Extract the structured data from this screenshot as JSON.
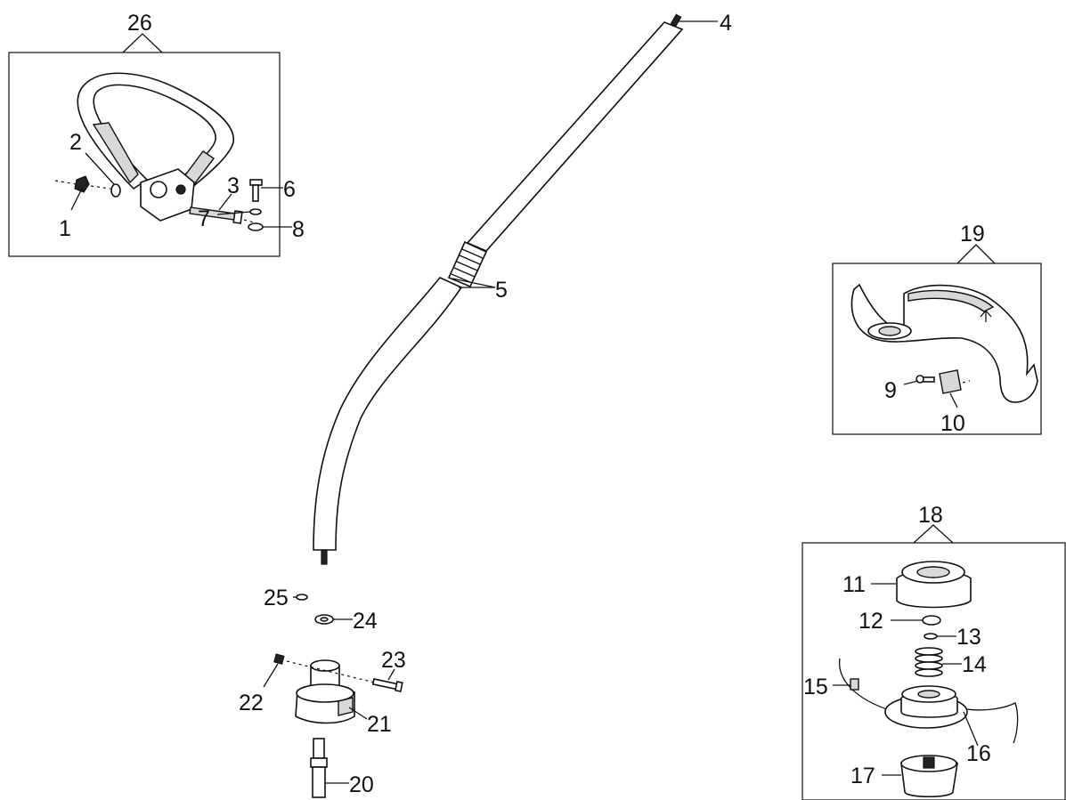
{
  "labels": {
    "l1": "1",
    "l2": "2",
    "l3": "3",
    "l4": "4",
    "l5": "5",
    "l6": "6",
    "l7": "7",
    "l8": "8",
    "l9": "9",
    "l10": "10",
    "l11": "11",
    "l12": "12",
    "l13": "13",
    "l14": "14",
    "l15": "15",
    "l16": "16",
    "l17": "17",
    "l18": "18",
    "l19": "19",
    "l20": "20",
    "l21": "21",
    "l22": "22",
    "l23": "23",
    "l24": "24",
    "l25": "25",
    "l26": "26"
  }
}
